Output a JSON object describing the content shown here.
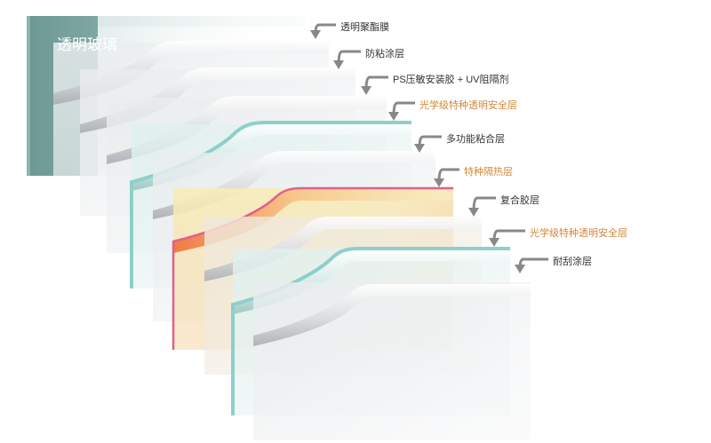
{
  "glass_label": "透明玻璃",
  "layers": [
    {
      "label": "透明聚酯膜",
      "highlight": false
    },
    {
      "label": "防粘涂层",
      "highlight": false
    },
    {
      "label": "PS压敏安装胶 + UV阻隔剂",
      "highlight": false
    },
    {
      "label": "光学级特种透明安全层",
      "highlight": true
    },
    {
      "label": "多功能粘合层",
      "highlight": false
    },
    {
      "label": "特种隔热层",
      "highlight": true
    },
    {
      "label": "复合胶层",
      "highlight": false
    },
    {
      "label": "光学级特种透明安全层",
      "highlight": true
    },
    {
      "label": "耐刮涂层",
      "highlight": false
    }
  ],
  "colors": {
    "glass": "#6f9b96",
    "teal_edge": "#8ecfc9",
    "pink_edge": "#e0608c",
    "heat_orange": "#f08a4a",
    "heat_yellow": "#f7e8a2",
    "label_text": "#333333",
    "label_accent": "#d0883a",
    "arrow": "#888888"
  }
}
